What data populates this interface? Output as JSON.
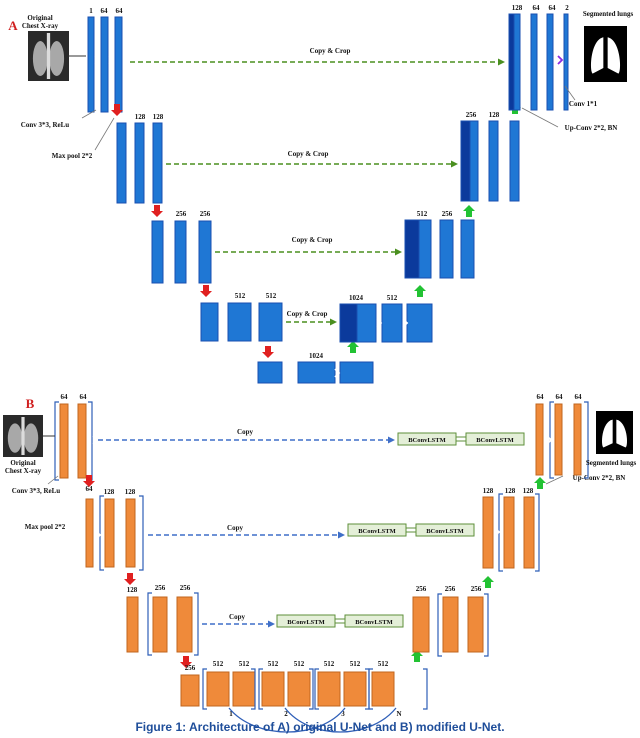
{
  "colors": {
    "blue_fill": "#1f77d4",
    "blue_dark": "#0b3a9c",
    "blue_stroke": "#1a4fb0",
    "orange_fill": "#ef8a3a",
    "orange_stroke": "#c0651e",
    "bracket": "#2f5fb8",
    "green_dash": "#4a8f1f",
    "blue_dash": "#3f6fc8",
    "red_arrow": "#e02020",
    "green_arrow": "#22c233",
    "purple_arrow": "#8a2be2",
    "lstm_fill": "#e4efd8",
    "lstm_stroke": "#5e8f3a"
  },
  "panel_a": {
    "label": "A",
    "input_label": [
      "Original",
      "Chest X-ray"
    ],
    "output_label": "Segmented lungs",
    "conv_label": "Conv 3*3, ReLu",
    "pool_label": "Max pool 2*2",
    "conv1_label": "Conv 1*1",
    "upconv_label": "Up-Conv 2*2, BN",
    "copy_label": "Copy & Crop",
    "enc1": [
      "1",
      "64",
      "64"
    ],
    "enc2": [
      "128",
      "128"
    ],
    "enc3": [
      "256",
      "256"
    ],
    "enc4": [
      "512",
      "512"
    ],
    "bottleneck": "1024",
    "dec4": [
      "1024",
      "512"
    ],
    "dec3": [
      "512",
      "256"
    ],
    "dec2": [
      "256",
      "128"
    ],
    "dec1": [
      "128",
      "64",
      "64",
      "2"
    ]
  },
  "panel_b": {
    "label": "B",
    "input_label": [
      "Original",
      "Chest X-ray"
    ],
    "output_label": "Segmented lungs",
    "conv_label": "Conv 3*3, ReLu",
    "pool_label": "Max pool 2*2",
    "upconv_label": "Up-Conv 2*2, BN",
    "copy_label": "Copy",
    "lstm_label": "BConvLSTM",
    "enc1": [
      "64",
      "64"
    ],
    "enc2_in": "64",
    "enc2": [
      "128",
      "128"
    ],
    "enc3_in": "128",
    "enc3": [
      "256",
      "256"
    ],
    "enc4_in": "256",
    "dense": [
      "512",
      "512",
      "512",
      "512",
      "512",
      "512",
      "512"
    ],
    "dense_idx": [
      "1",
      "2",
      "3",
      "N"
    ],
    "dec3": [
      "256",
      "256",
      "256"
    ],
    "dec2": [
      "128",
      "128",
      "128"
    ],
    "dec1": [
      "64",
      "64",
      "64"
    ]
  },
  "caption": {
    "label": "Figure 1:",
    "text": " Architecture of A) original U-Net and B) modified U-Net."
  }
}
